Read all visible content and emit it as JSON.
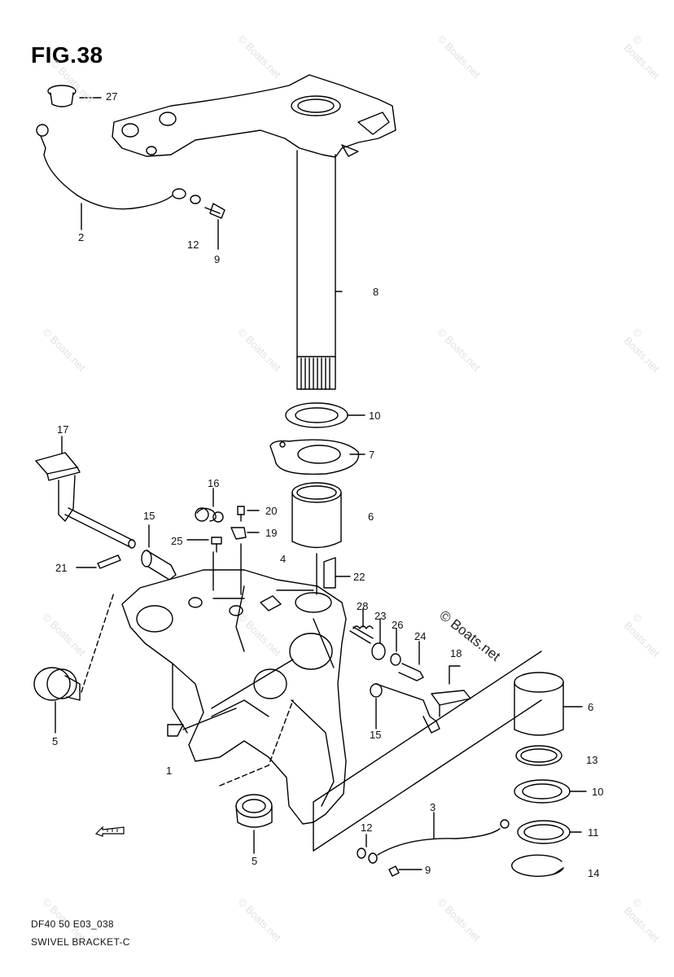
{
  "title": "FIG.38",
  "footer": {
    "model": "DF40 50 E03_038",
    "name": "SWIVEL BRACKET-C"
  },
  "watermark": "© Boats.net",
  "watermark_visible": "© Boats.net",
  "callouts": {
    "c27": "27",
    "c2": "2",
    "c12a": "12",
    "c9a": "9",
    "c8": "8",
    "c10a": "10",
    "c7": "7",
    "c17": "17",
    "c16": "16",
    "c20": "20",
    "c15a": "15",
    "c25": "25",
    "c19": "19",
    "c6a": "6",
    "c4": "4",
    "c21": "21",
    "c22": "22",
    "c28": "28",
    "c23": "23",
    "c26": "26",
    "c24": "24",
    "c18": "18",
    "c6b": "6",
    "c5a": "5",
    "c15b": "15",
    "c13": "13",
    "c1": "1",
    "c10b": "10",
    "c3": "3",
    "c11": "11",
    "c12b": "12",
    "c5b": "5",
    "c9b": "9",
    "c14": "14"
  }
}
